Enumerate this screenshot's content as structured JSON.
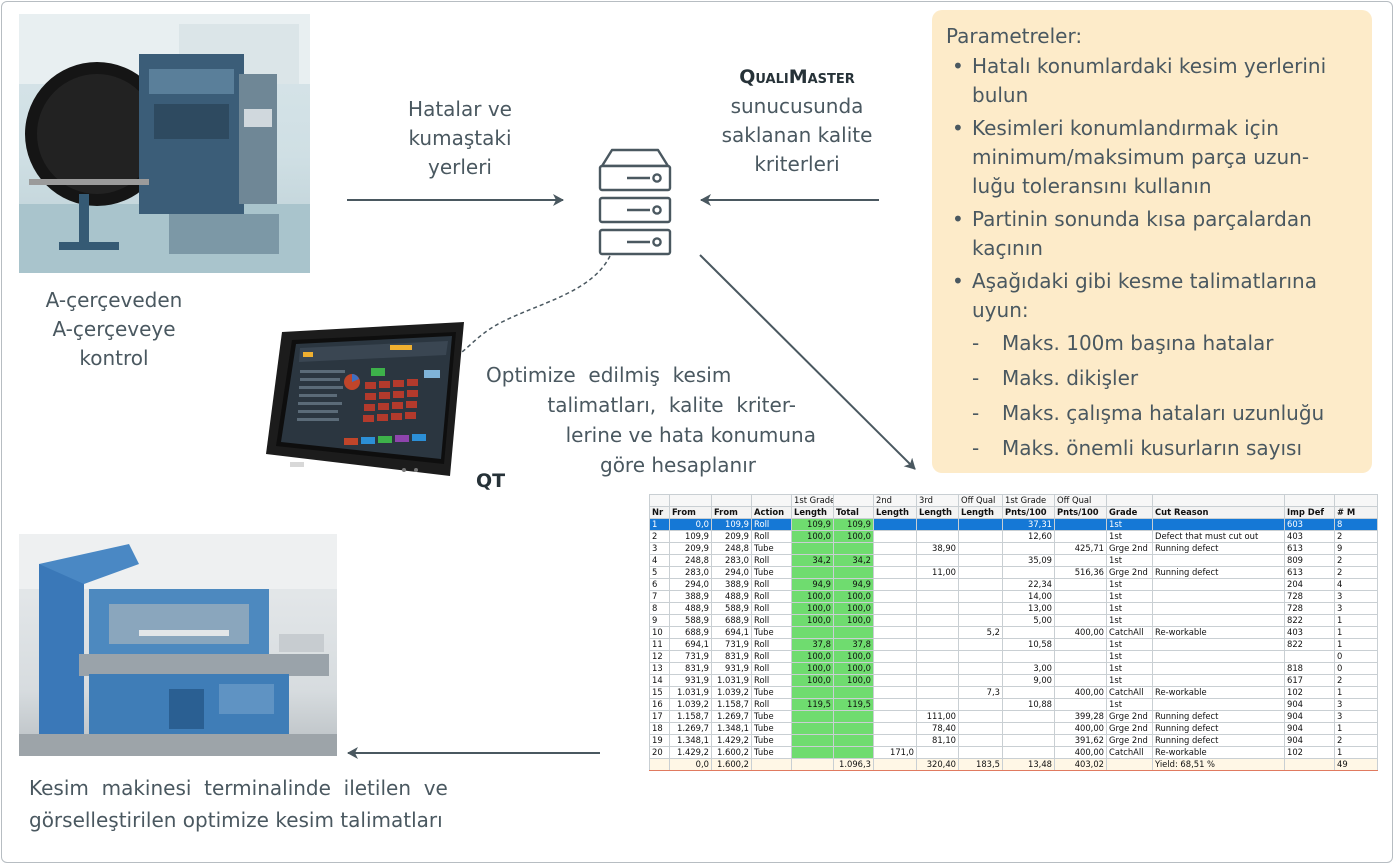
{
  "labels": {
    "errors_line1": "Hatalar ve",
    "errors_line2": "kumaştaki",
    "errors_line3": "yerleri",
    "qm_brand": "QualiMaster",
    "qm_line2": "sunucusunda",
    "qm_line3": "saklanan kalite",
    "qm_line4": "kriterleri",
    "a_frame_line1": "A-çerçeveden",
    "a_frame_line2": "A-çerçeveye",
    "a_frame_line3": "kontrol",
    "opt_line1": "Optimize  edilmiş  kesim",
    "opt_line2": "talimatları,  kalite  kriter-",
    "opt_line3": "lerine ve hata konumuna",
    "opt_line4": "göre hesaplanır",
    "qt": "QT",
    "bottom_line1": "Kesim  makinesi  terminalinde  iletilen  ve",
    "bottom_line2": "görselleştirilen optimize kesim talimatları"
  },
  "parameters": {
    "title": "Parametreler:",
    "bullets": [
      "Hatalı konumlardaki kesim yerlerini bulun",
      "Kesimleri konumlandırmak için minimum/maksimum parça uzun-luğu toleransını kullanın",
      "Partinin sonunda kısa parçalardan kaçının",
      "Aşağıdaki gibi kesme talimatlarına uyun:"
    ],
    "b1a": "Hatalı konumlardaki kesim yerlerini",
    "b1b": "bulun",
    "b2a": "Kesimleri konumlandırmak için",
    "b2b": "minimum/maksimum parça uzun-",
    "b2c": "luğu toleransını kullanın",
    "b3a": "Partinin sonunda kısa parçalardan",
    "b3b": "kaçının",
    "b4a": "Aşağıdaki gibi kesme talimatlarına",
    "b4b": "uyun:",
    "sub": [
      "Maks. 100m başına hatalar",
      "Maks. dikişler",
      "Maks. çalışma hataları uzunluğu",
      "Maks. önemli kusurların sayısı"
    ]
  },
  "colors": {
    "panel_bg": "#fdebc9",
    "text": "#4a5860",
    "arrow": "#4a5860",
    "green": "#6fdc6f",
    "select_blue": "#1578d6"
  },
  "table": {
    "header_top": [
      "",
      "",
      "",
      "",
      "1st Grade",
      "",
      "2nd",
      "3rd",
      "Off Qual",
      "1st Grade",
      "Off Qual",
      "",
      "",
      "",
      ""
    ],
    "header": [
      "Nr",
      "From",
      "From",
      "Action",
      "Length",
      "Total",
      "Length",
      "Length",
      "Length",
      "Pnts/100",
      "Pnts/100",
      "Grade",
      "Cut Reason",
      "Imp Def",
      "# M"
    ],
    "rows": [
      [
        "1",
        "0,0",
        "109,9",
        "Roll",
        "109,9",
        "109,9",
        "",
        "",
        "",
        "37,31",
        "",
        "1st",
        "",
        "603",
        "8"
      ],
      [
        "2",
        "109,9",
        "209,9",
        "Roll",
        "100,0",
        "100,0",
        "",
        "",
        "",
        "12,60",
        "",
        "1st",
        "Defect that must cut out",
        "403",
        "2"
      ],
      [
        "3",
        "209,9",
        "248,8",
        "Tube",
        "",
        "",
        "",
        "38,90",
        "",
        "",
        "425,71",
        "Grge 2nd",
        "Running defect",
        "613",
        "9"
      ],
      [
        "4",
        "248,8",
        "283,0",
        "Roll",
        "34,2",
        "34,2",
        "",
        "",
        "",
        "35,09",
        "",
        "1st",
        "",
        "809",
        "2"
      ],
      [
        "5",
        "283,0",
        "294,0",
        "Tube",
        "",
        "",
        "",
        "11,00",
        "",
        "",
        "516,36",
        "Grge 2nd",
        "Running defect",
        "613",
        "2"
      ],
      [
        "6",
        "294,0",
        "388,9",
        "Roll",
        "94,9",
        "94,9",
        "",
        "",
        "",
        "22,34",
        "",
        "1st",
        "",
        "204",
        "4"
      ],
      [
        "7",
        "388,9",
        "488,9",
        "Roll",
        "100,0",
        "100,0",
        "",
        "",
        "",
        "14,00",
        "",
        "1st",
        "",
        "728",
        "3"
      ],
      [
        "8",
        "488,9",
        "588,9",
        "Roll",
        "100,0",
        "100,0",
        "",
        "",
        "",
        "13,00",
        "",
        "1st",
        "",
        "728",
        "3"
      ],
      [
        "9",
        "588,9",
        "688,9",
        "Roll",
        "100,0",
        "100,0",
        "",
        "",
        "",
        "5,00",
        "",
        "1st",
        "",
        "822",
        "1"
      ],
      [
        "10",
        "688,9",
        "694,1",
        "Tube",
        "",
        "",
        "",
        "",
        "5,2",
        "",
        "400,00",
        "CatchAll",
        "Re-workable",
        "403",
        "1"
      ],
      [
        "11",
        "694,1",
        "731,9",
        "Roll",
        "37,8",
        "37,8",
        "",
        "",
        "",
        "10,58",
        "",
        "1st",
        "",
        "822",
        "1"
      ],
      [
        "12",
        "731,9",
        "831,9",
        "Roll",
        "100,0",
        "100,0",
        "",
        "",
        "",
        "",
        "",
        "1st",
        "",
        "",
        "0"
      ],
      [
        "13",
        "831,9",
        "931,9",
        "Roll",
        "100,0",
        "100,0",
        "",
        "",
        "",
        "3,00",
        "",
        "1st",
        "",
        "818",
        "0"
      ],
      [
        "14",
        "931,9",
        "1.031,9",
        "Roll",
        "100,0",
        "100,0",
        "",
        "",
        "",
        "9,00",
        "",
        "1st",
        "",
        "617",
        "2"
      ],
      [
        "15",
        "1.031,9",
        "1.039,2",
        "Tube",
        "",
        "",
        "",
        "",
        "7,3",
        "",
        "400,00",
        "CatchAll",
        "Re-workable",
        "102",
        "1"
      ],
      [
        "16",
        "1.039,2",
        "1.158,7",
        "Roll",
        "119,5",
        "119,5",
        "",
        "",
        "",
        "10,88",
        "",
        "1st",
        "",
        "904",
        "3"
      ],
      [
        "17",
        "1.158,7",
        "1.269,7",
        "Tube",
        "",
        "",
        "",
        "111,00",
        "",
        "",
        "399,28",
        "Grge 2nd",
        "Running defect",
        "904",
        "3"
      ],
      [
        "18",
        "1.269,7",
        "1.348,1",
        "Tube",
        "",
        "",
        "",
        "78,40",
        "",
        "",
        "400,00",
        "Grge 2nd",
        "Running defect",
        "904",
        "1"
      ],
      [
        "19",
        "1.348,1",
        "1.429,2",
        "Tube",
        "",
        "",
        "",
        "81,10",
        "",
        "",
        "391,62",
        "Grge 2nd",
        "Running defect",
        "904",
        "2"
      ],
      [
        "20",
        "1.429,2",
        "1.600,2",
        "Tube",
        "",
        "",
        "171,0",
        "",
        "",
        "",
        "400,00",
        "CatchAll",
        "Re-workable",
        "102",
        "1"
      ]
    ],
    "total": [
      "",
      "0,0",
      "1.600,2",
      "",
      "",
      "1.096,3",
      "",
      "320,40",
      "183,5",
      "13,48",
      "403,02",
      "",
      "Yield: 68,51 %",
      "",
      "49"
    ]
  }
}
